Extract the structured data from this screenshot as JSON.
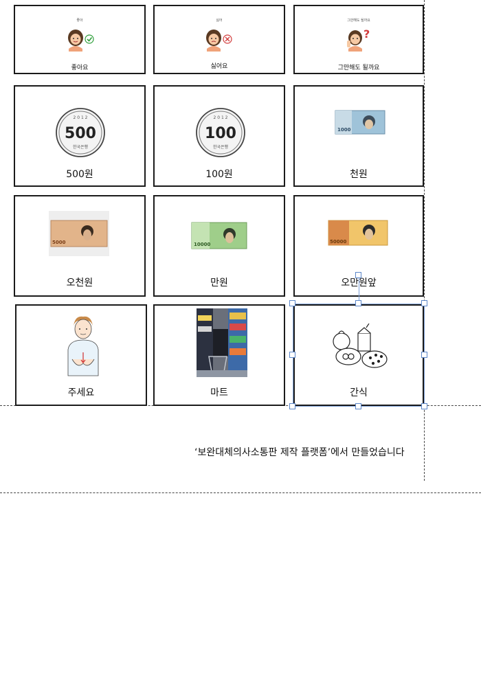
{
  "cards": {
    "like": {
      "label": "좋아요",
      "caption": "좋아"
    },
    "dislike": {
      "label": "싫어요",
      "caption": "싫어"
    },
    "stop": {
      "label": "그만해도 될까요",
      "caption": "그만해도 될까요"
    },
    "coin500": {
      "label": "500원",
      "coin_value": "500",
      "coin_year": "2 0 1 2",
      "coin_country": "한국은행"
    },
    "coin100": {
      "label": "100원",
      "coin_value": "100",
      "coin_year": "2 0 1 2",
      "coin_country": "한국은행"
    },
    "bill1000": {
      "label": "천원",
      "note_value": "1000"
    },
    "bill5000": {
      "label": "오천원",
      "note_value": "5000"
    },
    "bill10000": {
      "label": "만원",
      "note_value": "10000"
    },
    "bill50000": {
      "label": "오만원앞",
      "note_value": "50000"
    },
    "give": {
      "label": "주세요"
    },
    "mart": {
      "label": "마트"
    },
    "snack": {
      "label": "간식"
    }
  },
  "footer": {
    "credit": "‘보완대체의사소통판 제작 플랫폼’에서 만들었습니다"
  },
  "icons": {
    "like": "smiling-girl-check-icon",
    "dislike": "girl-cross-icon",
    "stop": "girl-question-icon",
    "give": "person-signing-give-icon",
    "mart": "supermarket-photo",
    "snack": "snack-food-icon"
  },
  "colors": {
    "check": "#2e9e3a",
    "cross": "#d23b3b",
    "question": "#d23b3b",
    "selection": "#5b86c9"
  }
}
